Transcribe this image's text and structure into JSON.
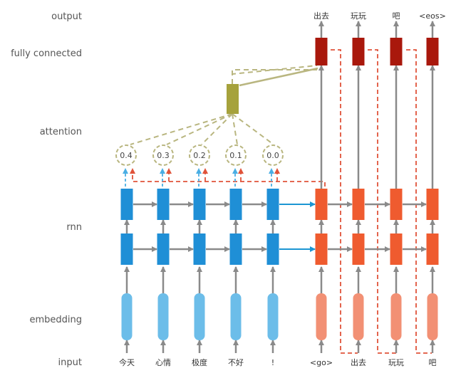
{
  "row_labels": {
    "output": "output",
    "fully_connected": "fully connected",
    "attention": "attention",
    "rnn": "rnn",
    "embedding": "embedding",
    "input": "input"
  },
  "encoder_inputs": [
    "今天",
    "心情",
    "极度",
    "不好",
    "!"
  ],
  "decoder_inputs": [
    "<go>",
    "出去",
    "玩玩",
    "吧"
  ],
  "decoder_outputs": [
    "出去",
    "玩玩",
    "吧",
    "<eos>"
  ],
  "attention_weights": [
    "0.4",
    "0.3",
    "0.2",
    "0.1",
    "0.0"
  ],
  "colors": {
    "encoder_rnn": "#1f8fd6",
    "encoder_embedding": "#6cbde9",
    "decoder_rnn": "#ef5b2f",
    "decoder_embedding": "#f29074",
    "fully_connected": "#a9180c",
    "attention_node": "#a6a23c",
    "arrow": "#8a8a8a",
    "dashed_attention": "#b9b680",
    "dashed_feedback": "#e0533a",
    "encoder_to_decoder": "#1c96d3",
    "dashed_weight_blue": "#4aaee4"
  }
}
